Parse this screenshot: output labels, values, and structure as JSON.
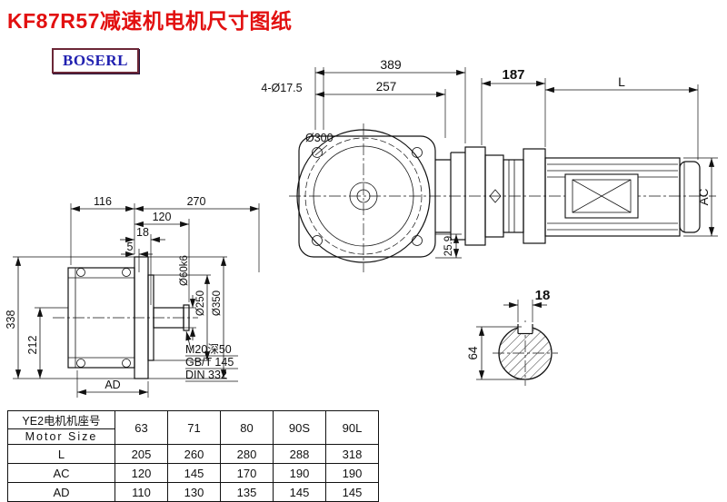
{
  "page": {
    "title": "KF87R57减速机电机尺寸图纸",
    "brand": "BOSERL"
  },
  "drawing": {
    "main_view": {
      "dim_total_width": "389",
      "dim_flange_width": "257",
      "holes_label": "4-Ø17.5",
      "flange_dia": "Ø300",
      "dim_offset": "25.9"
    },
    "motor_view": {
      "dim_adapter": "187",
      "dim_motor_length": "L",
      "dim_motor_height": "AC"
    },
    "left_view": {
      "dim_116": "116",
      "dim_270": "270",
      "dim_120": "120",
      "dim_18": "18",
      "dim_5": "5",
      "dim_338": "338",
      "dim_212": "212",
      "dim_ad": "AD",
      "shaft_dia": "Ø60k6",
      "pilot_dia": "Ø250",
      "flange_dia": "Ø350",
      "tap_label": "M20深50",
      "std_gb": "GB/T 145",
      "std_din": "DIN 332"
    },
    "shaft_section": {
      "key_width": "18",
      "shaft_dia": "64"
    }
  },
  "table": {
    "header_cn": "YE2电机机座号",
    "header_en": "Motor Size",
    "sizes": [
      "63",
      "71",
      "80",
      "90S",
      "90L"
    ],
    "rows": [
      {
        "label": "L",
        "values": [
          "205",
          "260",
          "280",
          "288",
          "318"
        ]
      },
      {
        "label": "AC",
        "values": [
          "120",
          "145",
          "170",
          "190",
          "190"
        ]
      },
      {
        "label": "AD",
        "values": [
          "110",
          "130",
          "135",
          "145",
          "145"
        ]
      }
    ]
  }
}
